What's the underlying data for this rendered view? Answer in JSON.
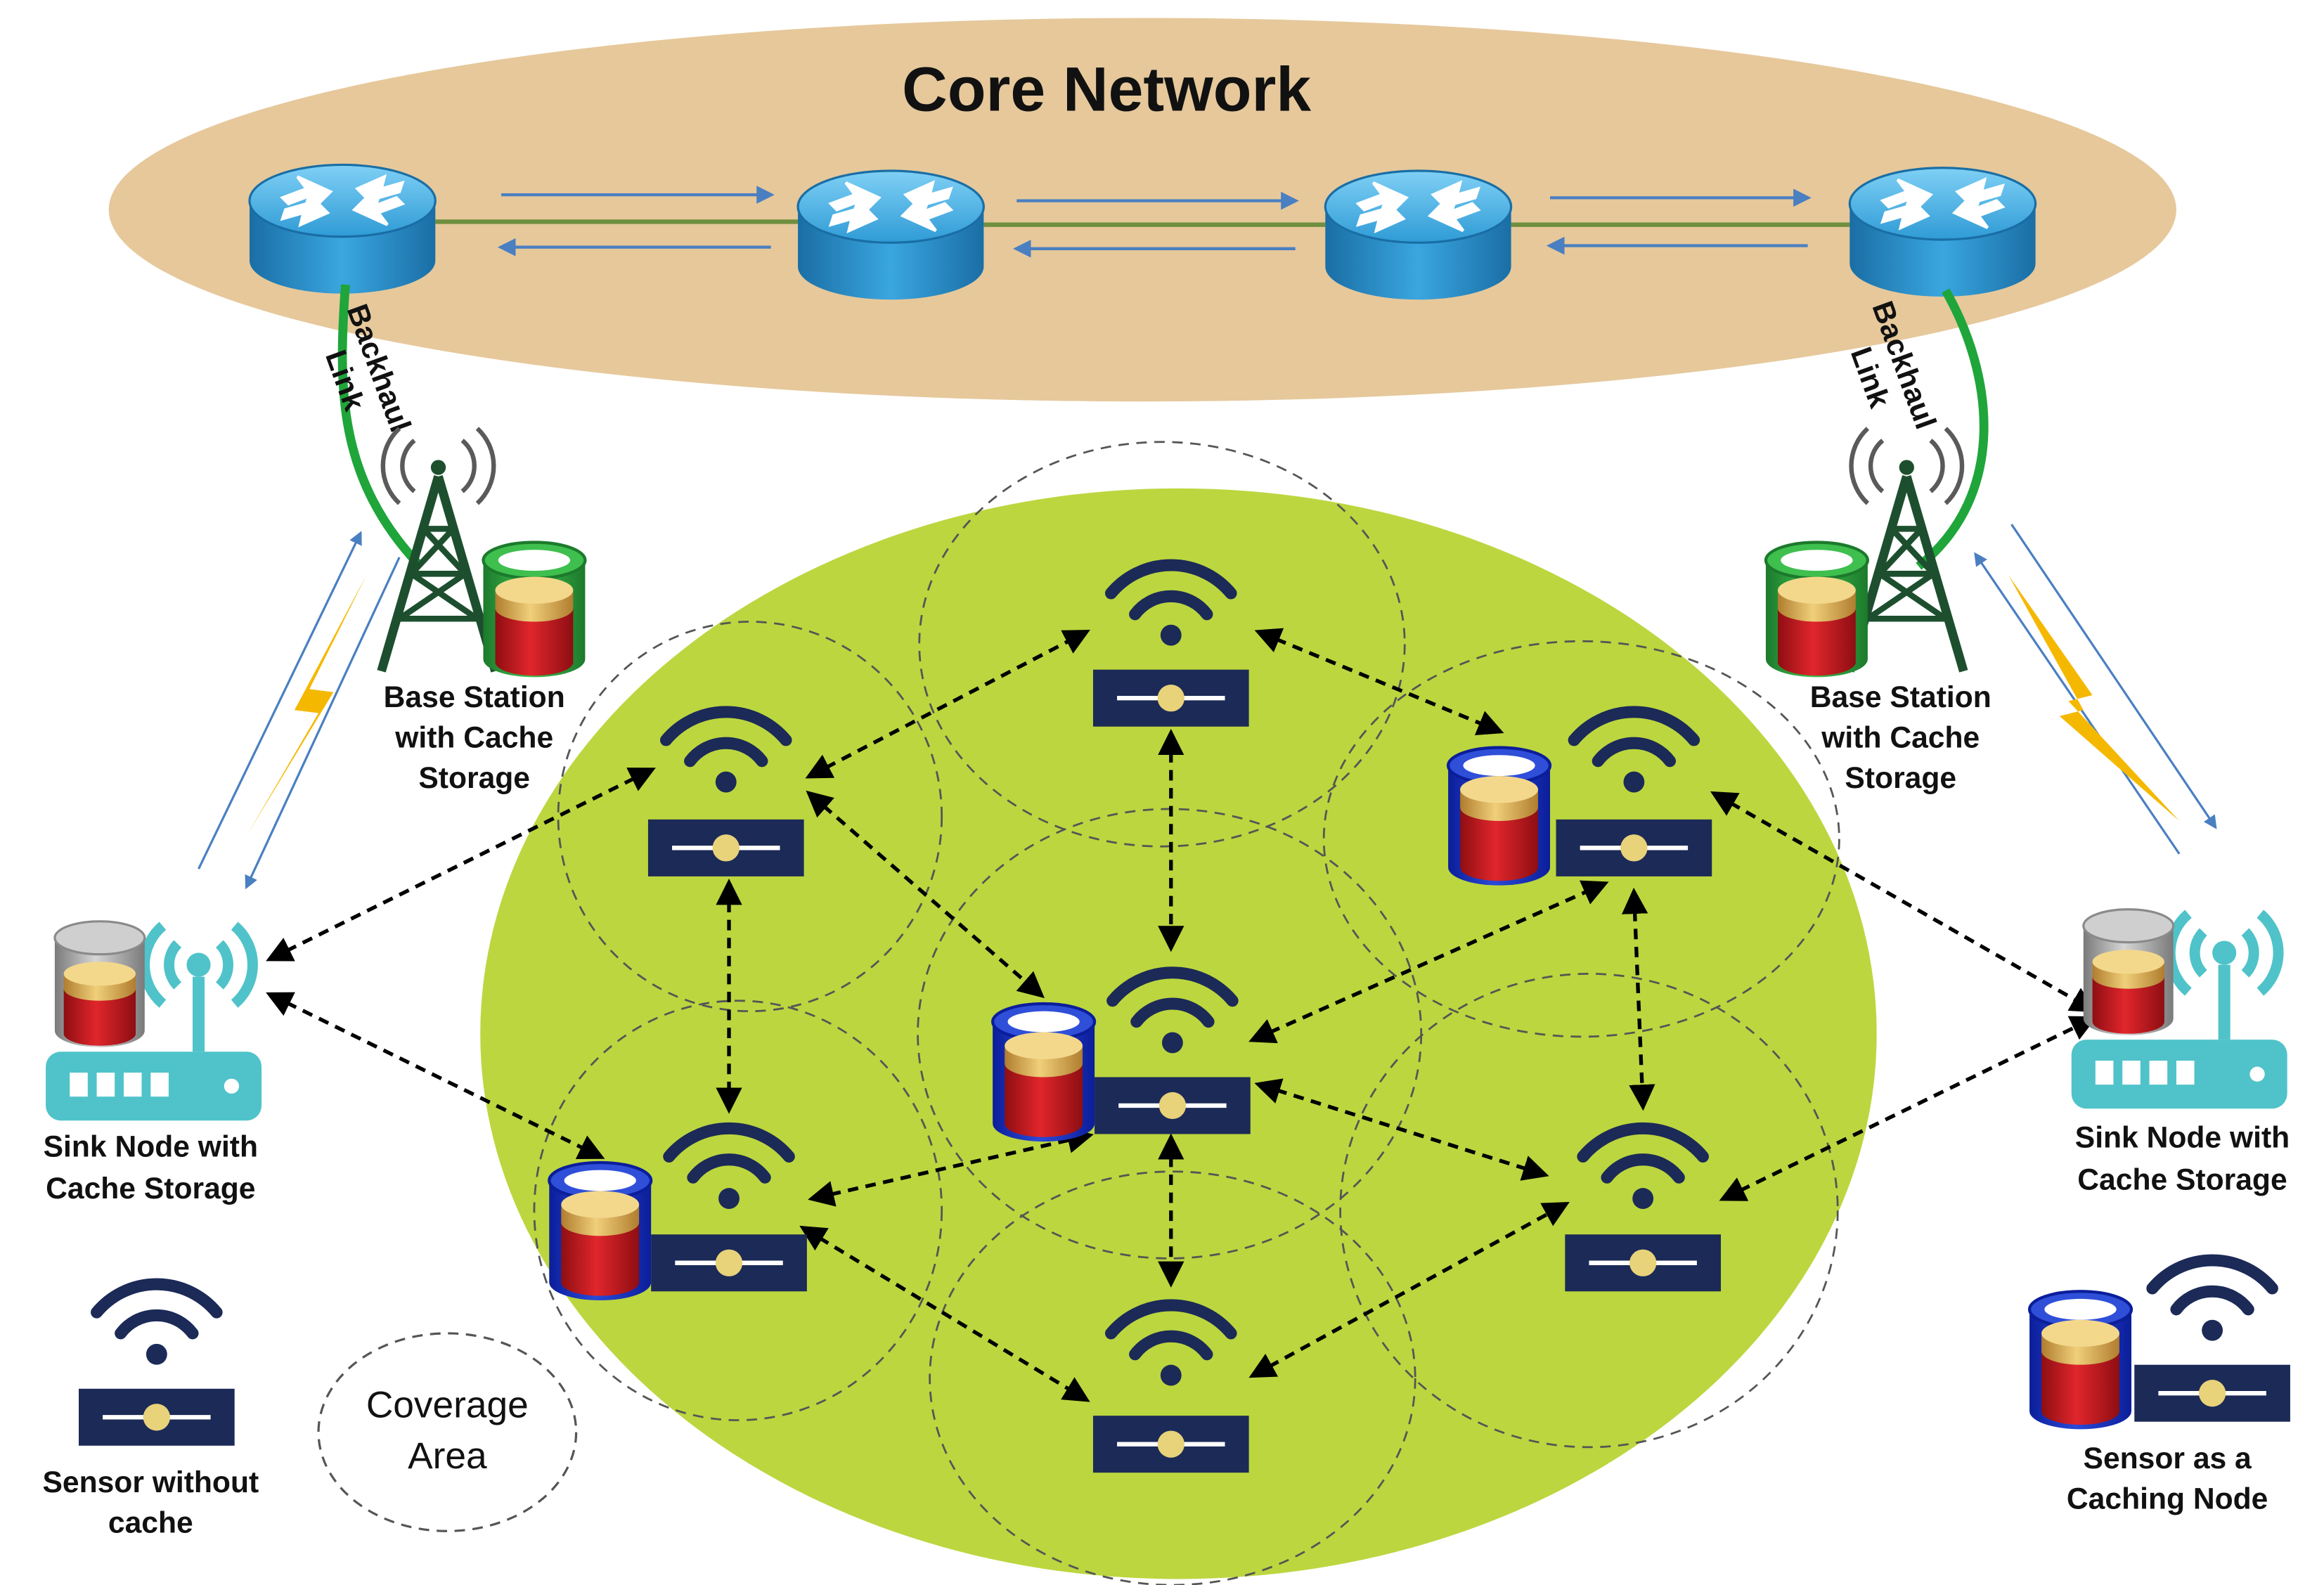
{
  "title": "Core Network",
  "labels": {
    "backhaul_left": [
      "Backhaul",
      "Link"
    ],
    "backhaul_right": [
      "Backhaul",
      "Link"
    ],
    "base_station_left": [
      "Base Station",
      "with Cache",
      "Storage"
    ],
    "base_station_right": [
      "Base Station",
      "with Cache",
      "Storage"
    ],
    "sink_left": [
      "Sink Node with",
      "Cache Storage"
    ],
    "sink_right": [
      "Sink Node with",
      "Cache Storage"
    ]
  },
  "legend": {
    "sensor_no_cache": [
      "Sensor without",
      "cache"
    ],
    "coverage": [
      "Coverage",
      "Area"
    ],
    "sensor_caching": [
      "Sensor as a",
      "Caching Node"
    ]
  },
  "colors": {
    "core_fill": "#e6c89b",
    "field_fill": "#bcd63f",
    "sensor_navy": "#1b2a57",
    "router_blue": "#2f9bd6",
    "tower_green": "#1d4f2f",
    "backhaul_green": "#1fa53a",
    "sink_teal": "#4fc3c9",
    "cache_red": "#c0171d",
    "cache_gold": "#d8a94b",
    "link_blue": "#4a7fc1",
    "lightning": "#f5b800"
  },
  "icons": [
    "router-icon",
    "tower-icon",
    "cache-storage-icon",
    "sensor-icon",
    "wifi-icon",
    "sink-node-icon",
    "lightning-icon"
  ]
}
